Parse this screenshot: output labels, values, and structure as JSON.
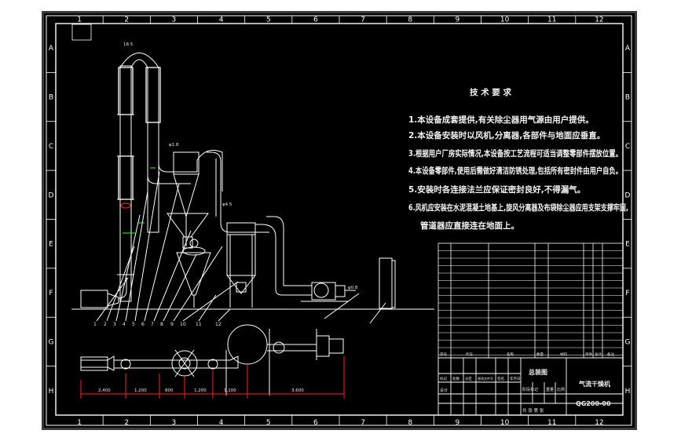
{
  "colors": {
    "background": "#000000",
    "viewport_border": "#3a3a3a",
    "lines": "#ffffff",
    "dimension": "#ff2020",
    "accent": "#30ff30",
    "chart_bg": "#ffffff"
  },
  "border": {
    "columns": [
      "1",
      "2",
      "3",
      "4",
      "5",
      "6",
      "7",
      "8",
      "9",
      "10",
      "11",
      "12"
    ],
    "rows": [
      "A",
      "B",
      "C",
      "D",
      "E",
      "F",
      "G",
      "H"
    ]
  },
  "requirements": {
    "title": "技 术 要 求",
    "items": [
      "1.本设备成套提供,有关除尘器用气源由用户提供。",
      "2.本设备安装时以风机,分离器,各部件与地面应垂直。",
      "3.根据用户厂房实际情况,本设备按工艺流程可适当调整零部件摆放位置。",
      "4.本设备零部件,使用后需做好清洁防锈处理,包括所有密封件由用户自负。",
      "5.安装时各连接法兰应保证密封良好,不得漏气。",
      "6.风机应安装在水泥混凝土地基上,旋风分离器及布袋除尘器应用支架支撑牢固,"
    ],
    "last_line": "管道器应直接连在地面上。"
  },
  "title_block": {
    "group_name": "总装图",
    "machine_name": "气流干燥机",
    "drawing_no": "QG200-00",
    "sign_labels": [
      "标记",
      "处数",
      "分区",
      "更改文件号",
      "签名",
      "年月日"
    ],
    "design_label": "设计",
    "stage_labels": [
      "阶段标记",
      "重量",
      "比例"
    ],
    "sheet_label": "共 张 第 张",
    "bom_header": [
      "序号",
      "代号",
      "名称",
      "数量",
      "材料",
      "单件",
      "总计",
      "备注"
    ]
  }
}
